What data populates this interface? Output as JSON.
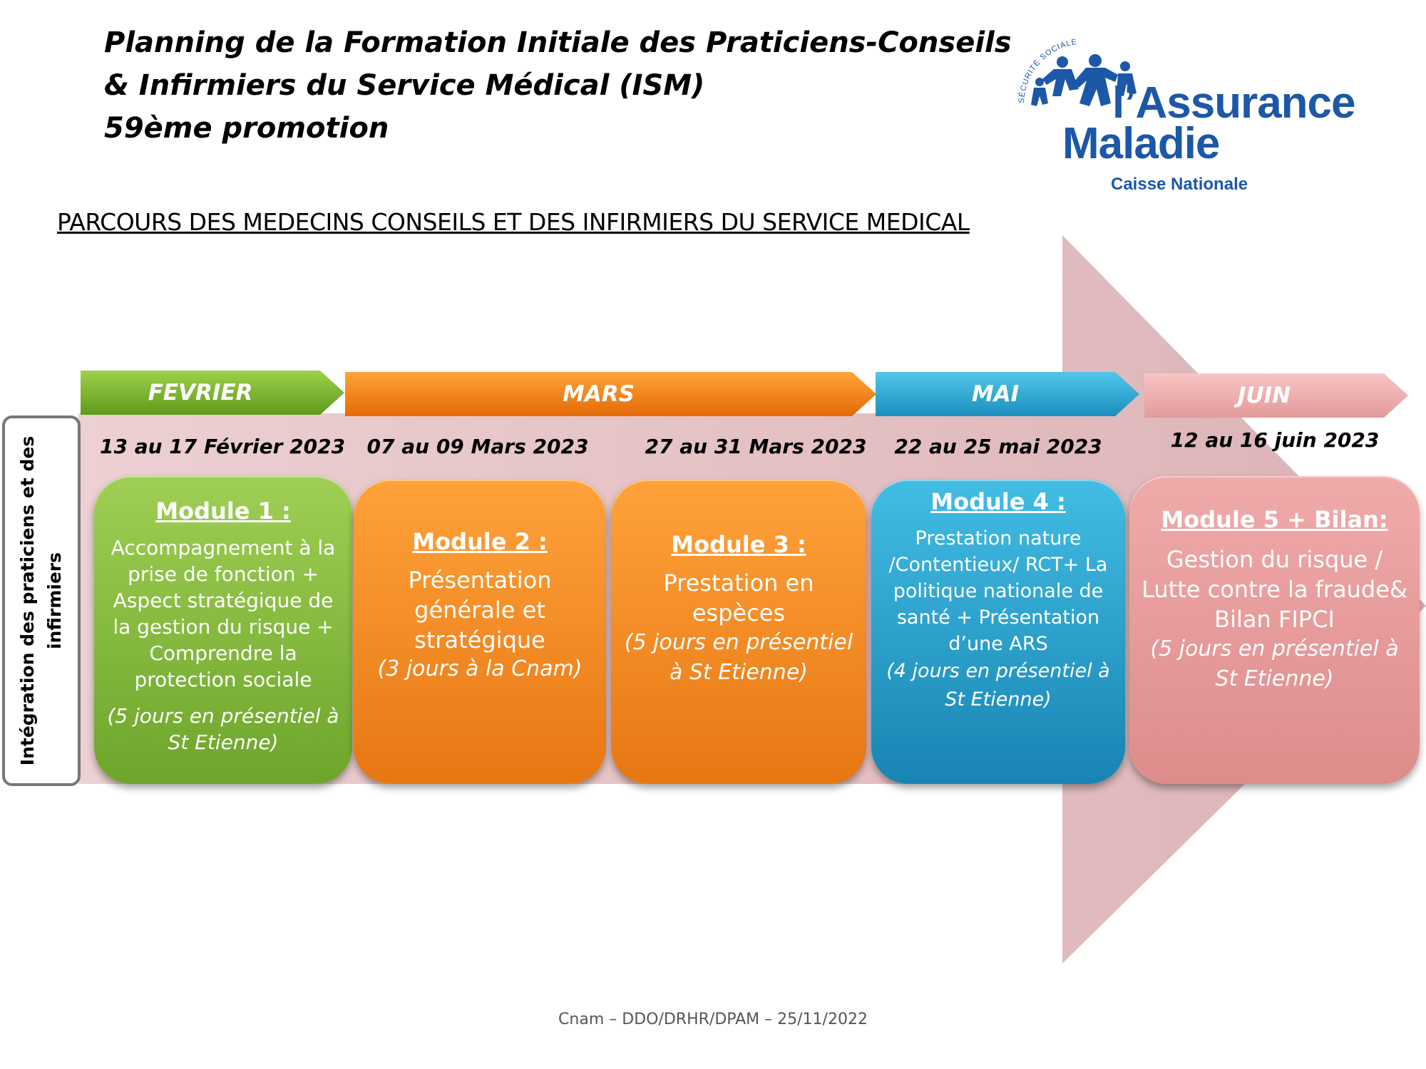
{
  "title": {
    "line1": "Planning de la Formation Initiale des Praticiens-Conseils",
    "line2": "& Infirmiers du Service Médical (ISM)",
    "line3": "59ème promotion"
  },
  "logo": {
    "arc_text": "SÉCURITÉ SOCIALE",
    "name_line1": "l’Assurance",
    "name_line2": "Maladie",
    "subtitle": "Caisse Nationale",
    "color": "#1c57a8"
  },
  "section_heading": "PARCOURS DES MEDECINS CONSEILS ET DES INFIRMIERS DU SERVICE MEDICAL",
  "side_label": "Intégration des praticiens et des infirmiers",
  "months": [
    "FEVRIER",
    "MARS",
    "MAI",
    "JUIN"
  ],
  "dates": [
    "13 au 17 Février 2023",
    "07 au 09 Mars 2023",
    "27 au 31 Mars 2023",
    "22 au 25 mai 2023",
    "12 au 16 juin 2023"
  ],
  "modules": [
    {
      "title": "Module 1 :",
      "description": "Accompagnement à la prise de fonction + Aspect stratégique de la gestion du risque + Comprendre la protection sociale",
      "note": "(5 jours en présentiel à St Etienne)",
      "color": "#7fb539"
    },
    {
      "title": "Module 2 :",
      "description": "Présentation générale et stratégique",
      "note": "(3 jours à la Cnam)",
      "color": "#f48a20"
    },
    {
      "title": "Module 3 :",
      "description": "Prestation en espèces",
      "note": "(5 jours  en présentiel à St Etienne)",
      "color": "#f48a20"
    },
    {
      "title": "Module 4 :",
      "description": "Prestation nature /Contentieux/ RCT+ La politique nationale de  santé + Présentation d’une ARS",
      "note": "(4 jours  en présentiel à St Etienne)",
      "color": "#2aa8d6"
    },
    {
      "title": "Module 5 + Bilan:",
      "description": "Gestion du risque / Lutte contre la fraude& Bilan  FIPCI",
      "note": "(5 jours en présentiel à St Etienne)",
      "color": "#e89a9a"
    }
  ],
  "footer": "Cnam – DDO/DRHR/DPAM –  25/11/2022"
}
